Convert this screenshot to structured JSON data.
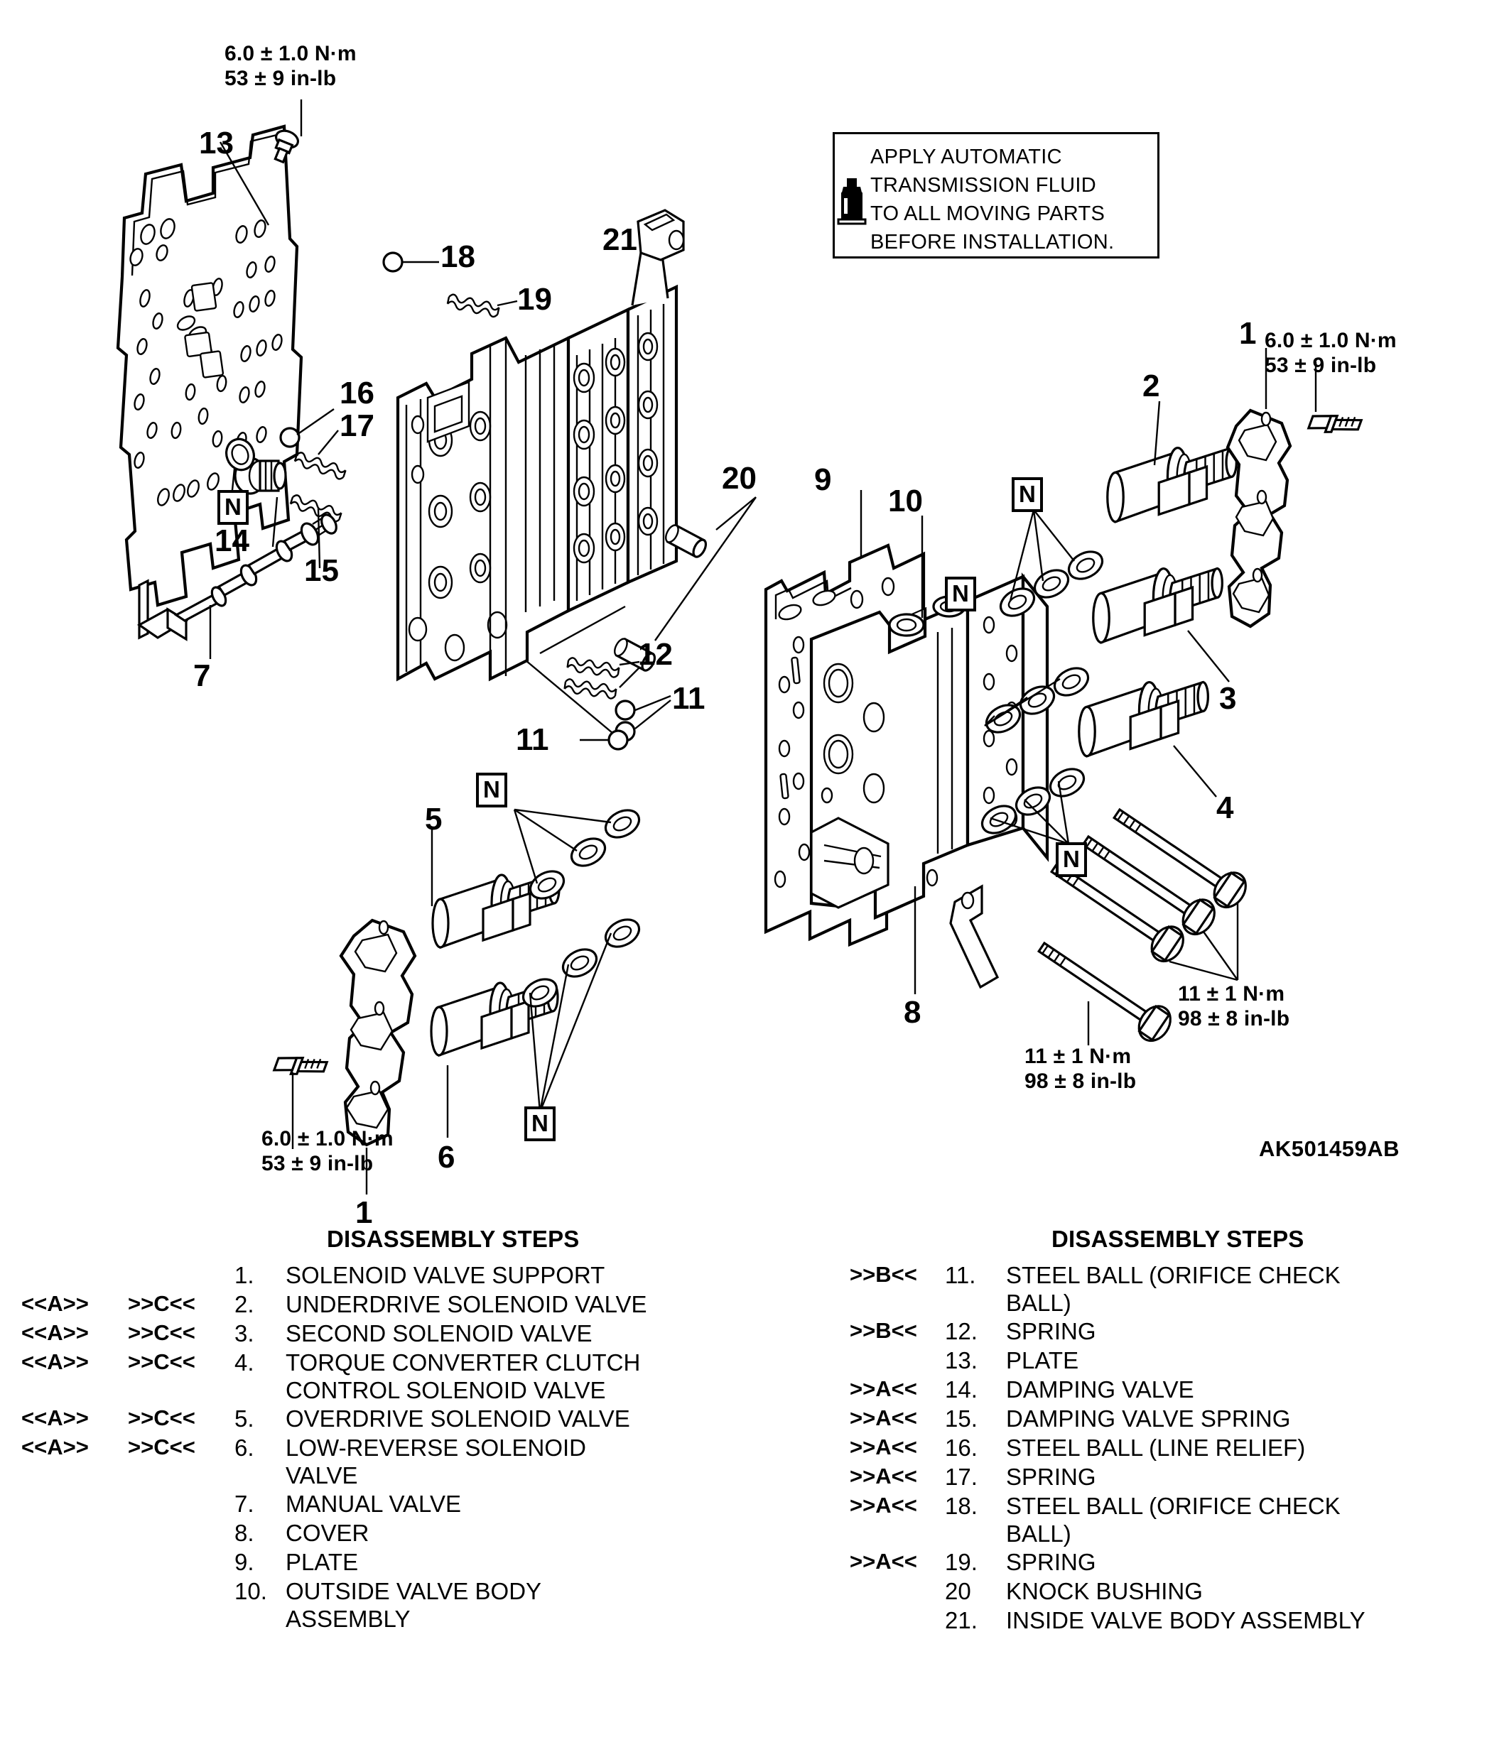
{
  "diagram": {
    "drawing_code": "AK501459AB",
    "note": {
      "icon": "oil-bottle-icon",
      "text": "APPLY AUTOMATIC\nTRANSMISSION FLUID\nTO ALL MOVING PARTS\nBEFORE INSTALLATION."
    },
    "torque_specs": [
      {
        "id": "tq-top-left",
        "nm": "6.0 ± 1.0 N·m",
        "inlb": "53 ± 9 in-lb"
      },
      {
        "id": "tq-top-right",
        "nm": "6.0 ± 1.0 N·m",
        "inlb": "53 ± 9 in-lb"
      },
      {
        "id": "tq-bottom-left",
        "nm": "6.0 ± 1.0 N·m",
        "inlb": "53 ± 9 in-lb"
      },
      {
        "id": "tq-bolts-right",
        "nm": "11 ± 1 N·m",
        "inlb": "98 ± 8 in-lb"
      },
      {
        "id": "tq-bolt-single",
        "nm": "11 ± 1 N·m",
        "inlb": "98 ± 8 in-lb"
      }
    ],
    "callouts": [
      {
        "id": "c13",
        "label": "13"
      },
      {
        "id": "c18",
        "label": "18"
      },
      {
        "id": "c21",
        "label": "21"
      },
      {
        "id": "c19",
        "label": "19"
      },
      {
        "id": "c16",
        "label": "16"
      },
      {
        "id": "c17",
        "label": "17"
      },
      {
        "id": "c14",
        "label": "14"
      },
      {
        "id": "c15",
        "label": "15"
      },
      {
        "id": "c7",
        "label": "7"
      },
      {
        "id": "c20",
        "label": "20"
      },
      {
        "id": "c12",
        "label": "12"
      },
      {
        "id": "c11a",
        "label": "11"
      },
      {
        "id": "c11b",
        "label": "11"
      },
      {
        "id": "c9",
        "label": "9"
      },
      {
        "id": "c10",
        "label": "10"
      },
      {
        "id": "c1r",
        "label": "1"
      },
      {
        "id": "c2",
        "label": "2"
      },
      {
        "id": "c3",
        "label": "3"
      },
      {
        "id": "c4",
        "label": "4"
      },
      {
        "id": "c5",
        "label": "5"
      },
      {
        "id": "c6",
        "label": "6"
      },
      {
        "id": "c1l",
        "label": "1"
      },
      {
        "id": "c8",
        "label": "8"
      }
    ],
    "n_markers": [
      {
        "id": "n-left-plate"
      },
      {
        "id": "n-solenoid-upper-right"
      },
      {
        "id": "n-solenoid-mid-right"
      },
      {
        "id": "n-solenoid-lower-right"
      },
      {
        "id": "n-solenoid-left-upper"
      },
      {
        "id": "n-solenoid-left-lower"
      }
    ]
  },
  "lists": {
    "left": {
      "title": "DISASSEMBLY STEPS",
      "rows": [
        {
          "mark_a": "",
          "mark_c": "",
          "num": "1.",
          "label": "SOLENOID VALVE SUPPORT",
          "cont": ""
        },
        {
          "mark_a": "<<A>>",
          "mark_c": ">>C<<",
          "num": "2.",
          "label": "UNDERDRIVE SOLENOID VALVE",
          "cont": ""
        },
        {
          "mark_a": "<<A>>",
          "mark_c": ">>C<<",
          "num": "3.",
          "label": "SECOND SOLENOID VALVE",
          "cont": ""
        },
        {
          "mark_a": "<<A>>",
          "mark_c": ">>C<<",
          "num": "4.",
          "label": "TORQUE CONVERTER CLUTCH",
          "cont": "CONTROL SOLENOID VALVE"
        },
        {
          "mark_a": "<<A>>",
          "mark_c": ">>C<<",
          "num": "5.",
          "label": "OVERDRIVE SOLENOID VALVE",
          "cont": ""
        },
        {
          "mark_a": "<<A>>",
          "mark_c": ">>C<<",
          "num": "6.",
          "label": "LOW-REVERSE SOLENOID",
          "cont": "VALVE"
        },
        {
          "mark_a": "",
          "mark_c": "",
          "num": "7.",
          "label": "MANUAL VALVE",
          "cont": ""
        },
        {
          "mark_a": "",
          "mark_c": "",
          "num": "8.",
          "label": "COVER",
          "cont": ""
        },
        {
          "mark_a": "",
          "mark_c": "",
          "num": "9.",
          "label": "PLATE",
          "cont": ""
        },
        {
          "mark_a": "",
          "mark_c": "",
          "num": "10.",
          "label": "OUTSIDE VALVE BODY",
          "cont": "ASSEMBLY"
        }
      ]
    },
    "right": {
      "title": "DISASSEMBLY STEPS",
      "rows": [
        {
          "mark": ">>B<<",
          "num": "11.",
          "label": "STEEL BALL (ORIFICE CHECK",
          "cont": "BALL)"
        },
        {
          "mark": ">>B<<",
          "num": "12.",
          "label": "SPRING",
          "cont": ""
        },
        {
          "mark": "",
          "num": "13.",
          "label": "PLATE",
          "cont": ""
        },
        {
          "mark": ">>A<<",
          "num": "14.",
          "label": "DAMPING VALVE",
          "cont": ""
        },
        {
          "mark": ">>A<<",
          "num": "15.",
          "label": "DAMPING VALVE SPRING",
          "cont": ""
        },
        {
          "mark": ">>A<<",
          "num": "16.",
          "label": "STEEL BALL (LINE RELIEF)",
          "cont": ""
        },
        {
          "mark": ">>A<<",
          "num": "17.",
          "label": "SPRING",
          "cont": ""
        },
        {
          "mark": ">>A<<",
          "num": "18.",
          "label": "STEEL BALL (ORIFICE CHECK",
          "cont": "BALL)"
        },
        {
          "mark": ">>A<<",
          "num": "19.",
          "label": "SPRING",
          "cont": ""
        },
        {
          "mark": "",
          "num": "20",
          "label": "KNOCK BUSHING",
          "cont": ""
        },
        {
          "mark": "",
          "num": "21.",
          "label": "INSIDE VALVE BODY ASSEMBLY",
          "cont": ""
        }
      ]
    }
  }
}
